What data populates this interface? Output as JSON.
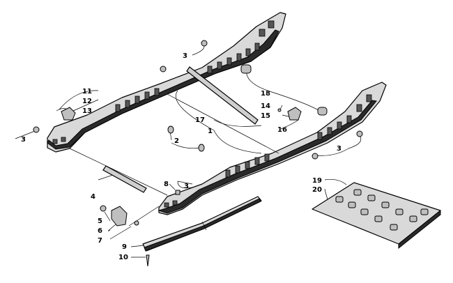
{
  "diagram": {
    "callouts": [
      "1",
      "2",
      "3",
      "3",
      "3",
      "4",
      "5",
      "6",
      "7",
      "8",
      "9",
      "10",
      "11",
      "12",
      "13",
      "14",
      "15",
      "16",
      "17",
      "18",
      "19",
      "20"
    ]
  }
}
